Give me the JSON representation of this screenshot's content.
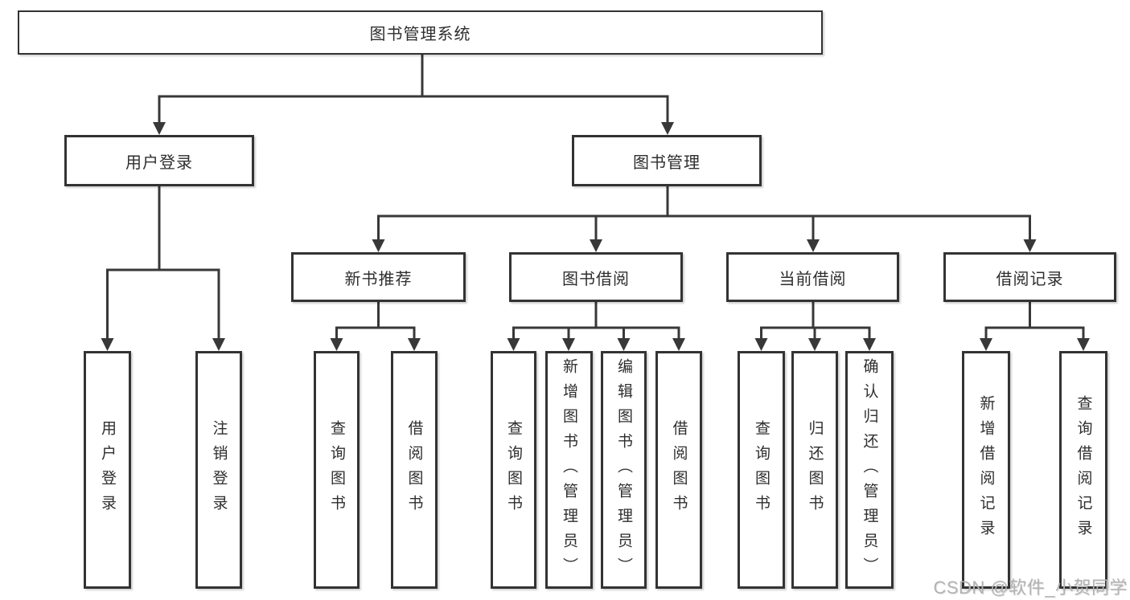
{
  "diagram": {
    "root": "图书管理系统",
    "branches": [
      {
        "label": "用户登录",
        "children": [
          "用户登录",
          "注销登录"
        ]
      },
      {
        "label": "图书管理",
        "groups": [
          {
            "label": "新书推荐",
            "children": [
              "查询图书",
              "借阅图书"
            ]
          },
          {
            "label": "图书借阅",
            "children": [
              "查询图书",
              "新增图书（管理员）",
              "编辑图书（管理员）",
              "借阅图书"
            ]
          },
          {
            "label": "当前借阅",
            "children": [
              "查询图书",
              "归还图书",
              "确认归还（管理员）"
            ]
          },
          {
            "label": "借阅记录",
            "children": [
              "新增借阅记录",
              "查询借阅记录"
            ]
          }
        ]
      }
    ]
  },
  "watermark": "CSDN @软件_小贺同学",
  "colors": {
    "background": "#ffffff",
    "line": "#383838",
    "box_border": "#333333",
    "text": "#2e2e2e",
    "watermark": "#b3b3b3"
  }
}
